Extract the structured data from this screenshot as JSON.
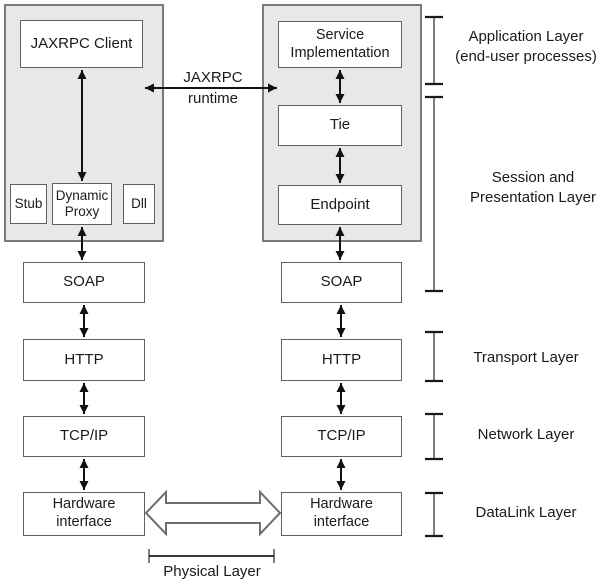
{
  "colors": {
    "canvas-bg": "#ffffff",
    "panel-fill": "#e8e8e8",
    "panel-border": "#7a7a7a",
    "box-border": "#606060",
    "arrow": "#111111",
    "bracket": "#1a1a1a",
    "text": "#1a1a1a"
  },
  "client_panel": {
    "jaxrpc_client": "JAXRPC Client",
    "stub": "Stub",
    "dynamic_proxy": {
      "line1": "Dynamic",
      "line2": "Proxy"
    },
    "dll": "Dll"
  },
  "server_panel": {
    "service_implementation": {
      "line1": "Service",
      "line2": "Implementation"
    },
    "tie": "Tie",
    "endpoint": "Endpoint"
  },
  "runtime_link": {
    "line1": "JAXRPC",
    "line2": "runtime"
  },
  "client_stack": {
    "soap": "SOAP",
    "http": "HTTP",
    "tcpip": "TCP/IP",
    "hardware": {
      "line1": "Hardware",
      "line2": "interface"
    }
  },
  "server_stack": {
    "soap": "SOAP",
    "http": "HTTP",
    "tcpip": "TCP/IP",
    "hardware": {
      "line1": "Hardware",
      "line2": "interface"
    }
  },
  "layer_labels": {
    "application": {
      "line1": "Application Layer",
      "line2": "(end-user processes)"
    },
    "session": {
      "line1": "Session and",
      "line2": "Presentation Layer"
    },
    "transport": "Transport Layer",
    "network": "Network Layer",
    "datalink": "DataLink Layer",
    "physical": "Physical Layer"
  }
}
